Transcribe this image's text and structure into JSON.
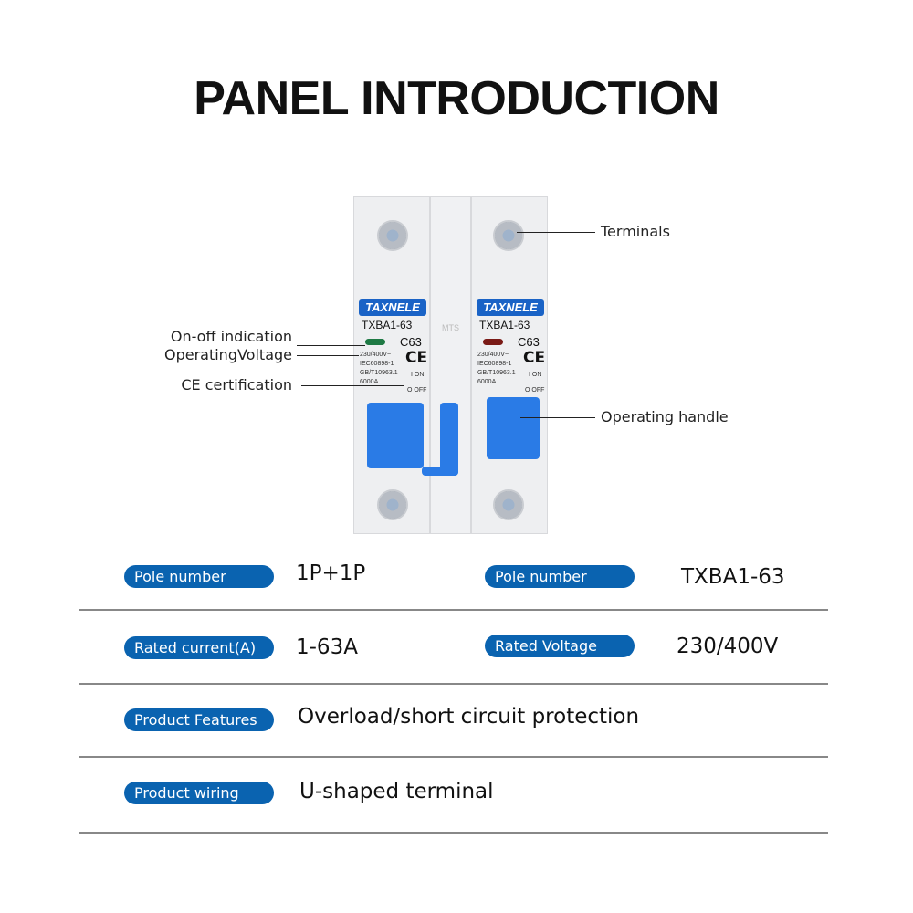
{
  "title": "PANEL INTRODUCTION",
  "annotations": {
    "terminals": "Terminals",
    "on_off": "On-off indication",
    "voltage": "OperatingVoltage",
    "ce": "CE certification",
    "handle": "Operating handle"
  },
  "device": {
    "brand": "TAXNELE",
    "model": "TXBA1-63",
    "rating": "C63",
    "ce_mark": "CE",
    "spec_lines": [
      "230/400V~",
      "IEC60898-1",
      "GB/T10963.1",
      "6000A"
    ],
    "on_label": "I ON",
    "off_label": "O OFF",
    "middle_label": "MTS",
    "led_colors": [
      "#1f7a45",
      "#7a1a16"
    ]
  },
  "specs": [
    {
      "label": "Pole number",
      "value": "1P+1P",
      "label2": "Pole number",
      "value2": "TXBA1-63"
    },
    {
      "label": "Rated current(A)",
      "value": "1-63A",
      "label2": "Rated Voltage",
      "value2": "230/400V"
    },
    {
      "label": "Product Features",
      "value": "Overload/short circuit protection"
    },
    {
      "label": "Product wiring",
      "value": "U-shaped terminal"
    }
  ]
}
